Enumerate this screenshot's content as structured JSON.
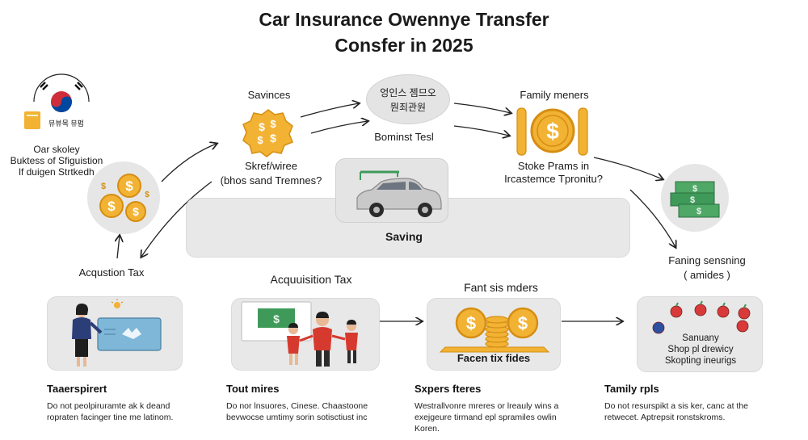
{
  "title": {
    "line1": "Car Insurance Owennye Transfer",
    "line2": "Consfer in 2025"
  },
  "flag_caption": "뮤뷰목 뮤펌",
  "left_text": {
    "line1": "Oar skoley",
    "line2": "Buktess of Sfiguistion",
    "line3": "lf duigen Strtkedh"
  },
  "acquisition_tax_left": "Acqustion Tax",
  "savings": {
    "label": "Savinces",
    "caption_line1": "Skref/wiree",
    "caption_line2": "(bhos sand Tremnes?"
  },
  "korean_bubble": {
    "line1": "엉인스 젬므오",
    "line2": "뭔죄관원"
  },
  "bominst_label": "Bominst Tesl",
  "family_members": {
    "label": "Family meners",
    "caption_line1": "Stoke Prams in",
    "caption_line2": "Ircastemce Tpronitu?"
  },
  "saving_label": "Saving",
  "right_text": {
    "line1": "Faning sensning",
    "line2": "( amides )"
  },
  "acquisition_tax_center": "Acquuisition Tax",
  "fant_label": "Fant sis mders",
  "coins_panel_label": "Facen tix fides",
  "fruit_panel": {
    "line1": "Sanuany",
    "line2": "Shop pl drewicy",
    "line3": "Skopting ineurigs"
  },
  "footers": [
    {
      "heading": "Taaerspirert",
      "text1": "Do not peolpiruramte ak k deand",
      "text2": "ropraten facinger tine me latinom."
    },
    {
      "heading": "Tout mires",
      "text1": "Do nor lnsuores, Cinese. Chaastoone",
      "text2": "bevwocse umtimy sorin sotisctiust inc"
    },
    {
      "heading": "Sxpers fteres",
      "text1": "Westrallvonre mreres or lreauly wins a",
      "text2": "exejgeure tirmand epl spramiles owlin",
      "text3": "Koren."
    },
    {
      "heading": "Tamily rpls",
      "text1": "Do not resurspikt a sis ker, canc at the",
      "text2": "retwecet. Aptrepsit ronstskroms."
    }
  ],
  "colors": {
    "coin": "#f2b233",
    "coin_dark": "#d58e12",
    "panel": "#e8e8e8",
    "cash": "#3f9a5a",
    "fruit": "#d83a3a",
    "flag_red": "#cd2e3a",
    "flag_blue": "#0047a0"
  },
  "icons": [
    "korean-flag-icon",
    "dollar-coin-icon",
    "car-icon",
    "cash-stack-icon",
    "businesswoman-icon",
    "family-icon",
    "coin-stack-icon",
    "fruit-icon",
    "arrow-icon"
  ]
}
